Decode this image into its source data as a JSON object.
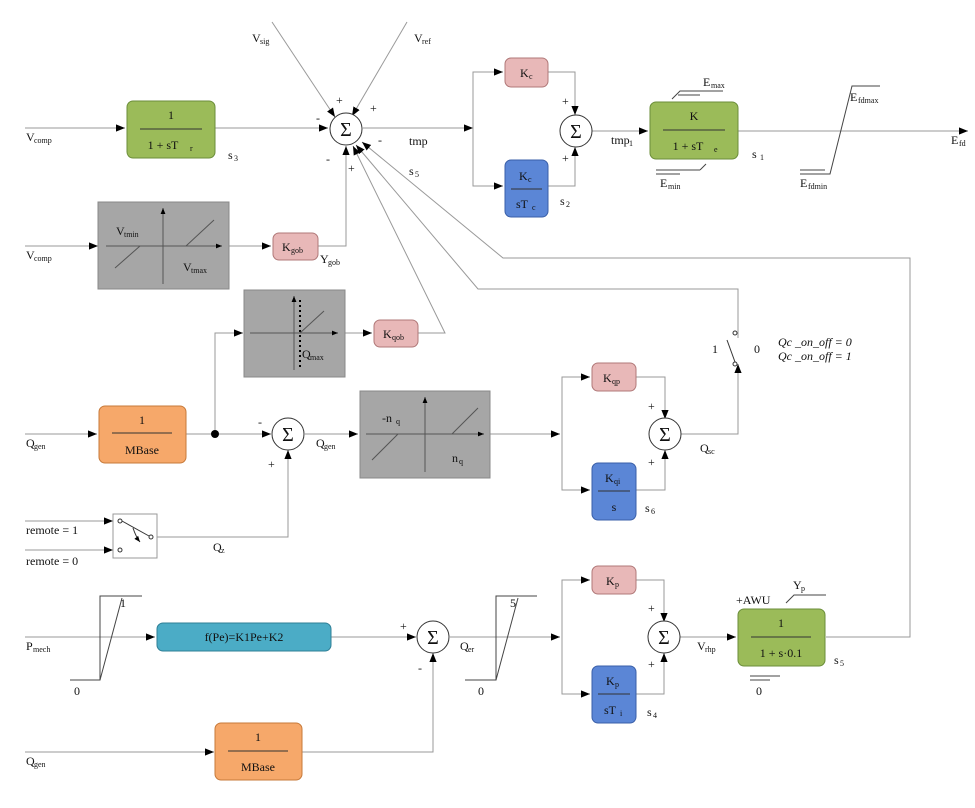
{
  "inputs": {
    "v_comp_1": {
      "main": "V",
      "sub": "comp"
    },
    "v_comp_2": {
      "main": "V",
      "sub": "comp"
    },
    "q_gen_1": {
      "main": "Q",
      "sub": "gen"
    },
    "q_gen_2": {
      "main": "Q",
      "sub": "gen"
    },
    "p_mech": {
      "main": "P",
      "sub": "mech"
    },
    "remote_1": "remote = 1",
    "remote_0": "remote = 0",
    "v_sig": {
      "main": "V",
      "sub": "sig"
    },
    "v_ref": {
      "main": "V",
      "sub": "ref"
    }
  },
  "signals": {
    "s3": {
      "main": "s",
      "sub": "3"
    },
    "s5_top": {
      "main": "s",
      "sub": "5"
    },
    "s2": {
      "main": "s",
      "sub": "2"
    },
    "s1": {
      "main": "s",
      "sub": "1"
    },
    "s6": {
      "main": "s",
      "sub": "6"
    },
    "s4": {
      "main": "s",
      "sub": "4"
    },
    "s5_bot": {
      "main": "s",
      "sub": "5"
    },
    "tmp": "tmp",
    "tmp1": {
      "main": "tmp",
      "sub": "1"
    },
    "e_fd": {
      "main": "E",
      "sub": "fd"
    },
    "y_gob": {
      "main": "Y",
      "sub": "gob"
    },
    "q_gen_mid": {
      "main": "Q",
      "sub": "gen"
    },
    "q_sc": {
      "main": "Q",
      "sub": "sc"
    },
    "q_z": {
      "main": "Q",
      "sub": "z"
    },
    "q_er": {
      "main": "Q",
      "sub": "er"
    },
    "v_rhp": {
      "main": "V",
      "sub": "rhp"
    },
    "y_p": {
      "main": "Y",
      "sub": "p"
    },
    "awu": "+AWU"
  },
  "limits": {
    "e_max": {
      "main": "E",
      "sub": "max"
    },
    "e_min": {
      "main": "E",
      "sub": "min"
    },
    "e_fdmax": {
      "main": "E",
      "sub": "fdmax"
    },
    "e_fdmin": {
      "main": "E",
      "sub": "fdmin"
    },
    "v_tmin": {
      "main": "V",
      "sub": "tmin"
    },
    "v_tmax": {
      "main": "V",
      "sub": "tmax"
    },
    "q_max": {
      "main": "Q",
      "sub": "max"
    },
    "neg_nq": {
      "main": "-n",
      "sub": "q"
    },
    "nq": {
      "main": "n",
      "sub": "q"
    },
    "lim_1": "1",
    "lim_0a": "0",
    "lim_5": "5",
    "lim_0b": "0",
    "lim_0c": "0"
  },
  "blocks": {
    "tr": {
      "num": "1",
      "den_a": "1 + sT",
      "den_sub": "r"
    },
    "k_gain": {
      "num": "K",
      "den_a": "1 + sT",
      "den_sub": "e"
    },
    "kc_prop": {
      "main": "K",
      "sub": "c"
    },
    "kc_int": {
      "num_main": "K",
      "num_sub": "c",
      "den_a": "sT",
      "den_sub": "c"
    },
    "k_gob": {
      "main": "K",
      "sub": "gob"
    },
    "k_qob": {
      "main": "K",
      "sub": "qob"
    },
    "mbase_1": {
      "num": "1",
      "den": "MBase"
    },
    "mbase_2": {
      "num": "1",
      "den": "MBase"
    },
    "k_qp": {
      "main": "K",
      "sub": "qp"
    },
    "k_qi": {
      "num_main": "K",
      "num_sub": "qi",
      "den": "s"
    },
    "k_p": {
      "main": "K",
      "sub": "p"
    },
    "k_pi": {
      "num_main": "K",
      "num_sub": "p",
      "den_a": "sT",
      "den_sub": "i"
    },
    "f_pe": "f(P",
    "f_pe_full": "f(Pe)=K1Pe+K2",
    "lag": {
      "num": "1",
      "den": "1 + s·0.1"
    }
  },
  "switches": {
    "qc_label_1": "1",
    "qc_label_0": "0",
    "qc_on_off_0": "Qc _on_off = 0",
    "qc_on_off_1": "Qc _on_off = 1"
  },
  "summers": {
    "symbol": "Σ"
  },
  "signs": {
    "plus": "+",
    "minus": "-"
  },
  "colors": {
    "green": "#9bbb59",
    "green_border": "#6b8e3a",
    "pink": "#e8b8b8",
    "pink_border": "#b07878",
    "blue": "#5b86d6",
    "blue_border": "#3a5fa8",
    "orange": "#f6a86a",
    "orange_border": "#c77a3a",
    "gray": "#a6a6a6",
    "teal": "#4bacc6",
    "teal_border": "#2f7f96"
  }
}
